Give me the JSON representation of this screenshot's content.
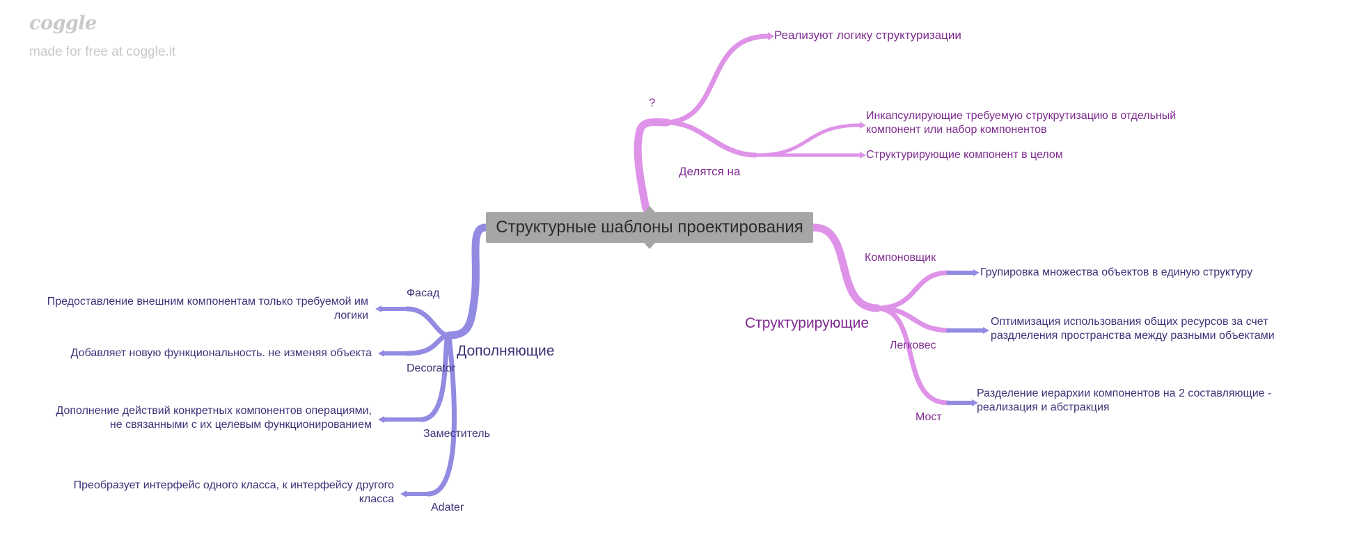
{
  "brand": {
    "logo": "coggle",
    "subtitle": "made for free at coggle.it"
  },
  "colors": {
    "pink_branch": "#de93e8",
    "pink_text": "#7e2b8f",
    "blue_branch": "#938be2",
    "blue_text": "#3b3378",
    "root_box": "#a6a6a6",
    "brand_gray": "#c8c8c8"
  },
  "root": {
    "label": "Структурные шаблоны проектирования"
  },
  "question_branch": {
    "label": "?",
    "leaf_1": "Реализуют логику структуризации",
    "sub_label": "Делятся на",
    "sub_leaf_1_line1": "Инкапсулирующие требуемую струкрутизацию в отдельный",
    "sub_leaf_1_line2": "компонент или набор компонентов",
    "sub_leaf_2": "Структурирующие компонент в целом"
  },
  "structuring_branch": {
    "label": "Структурирующие",
    "composite": {
      "label": "Компоновщик",
      "desc": "Групировка множества объектов в единую структуру"
    },
    "flyweight": {
      "label": "Легковес",
      "desc_line1": "Оптимизация использования общих ресурсов за счет",
      "desc_line2": "раздлеления пространства между разными объектами"
    },
    "bridge": {
      "label": "Мост",
      "desc_line1": "Разделение иерархии компонентов на 2 составляющие -",
      "desc_line2": "реализация и абстракция"
    }
  },
  "supplementing_branch": {
    "label": "Дополняющие",
    "facade": {
      "label": "Фасад",
      "desc_line1": "Предоставление внешним компонентам только требуемой им",
      "desc_line2": "логики"
    },
    "decorator": {
      "label": "Decorator",
      "desc": "Добавляет новую функциональность. не изменяя объекта"
    },
    "proxy": {
      "label": "Заместитель",
      "desc_line1": "Дополнение действий конкретных компонентов операциями,",
      "desc_line2": "не связанными с их целевым функционированием"
    },
    "adapter": {
      "label": "Adater",
      "desc_line1": "Преобразует интерфейс одного класса, к интерфейсу другого",
      "desc_line2": "класса"
    }
  }
}
